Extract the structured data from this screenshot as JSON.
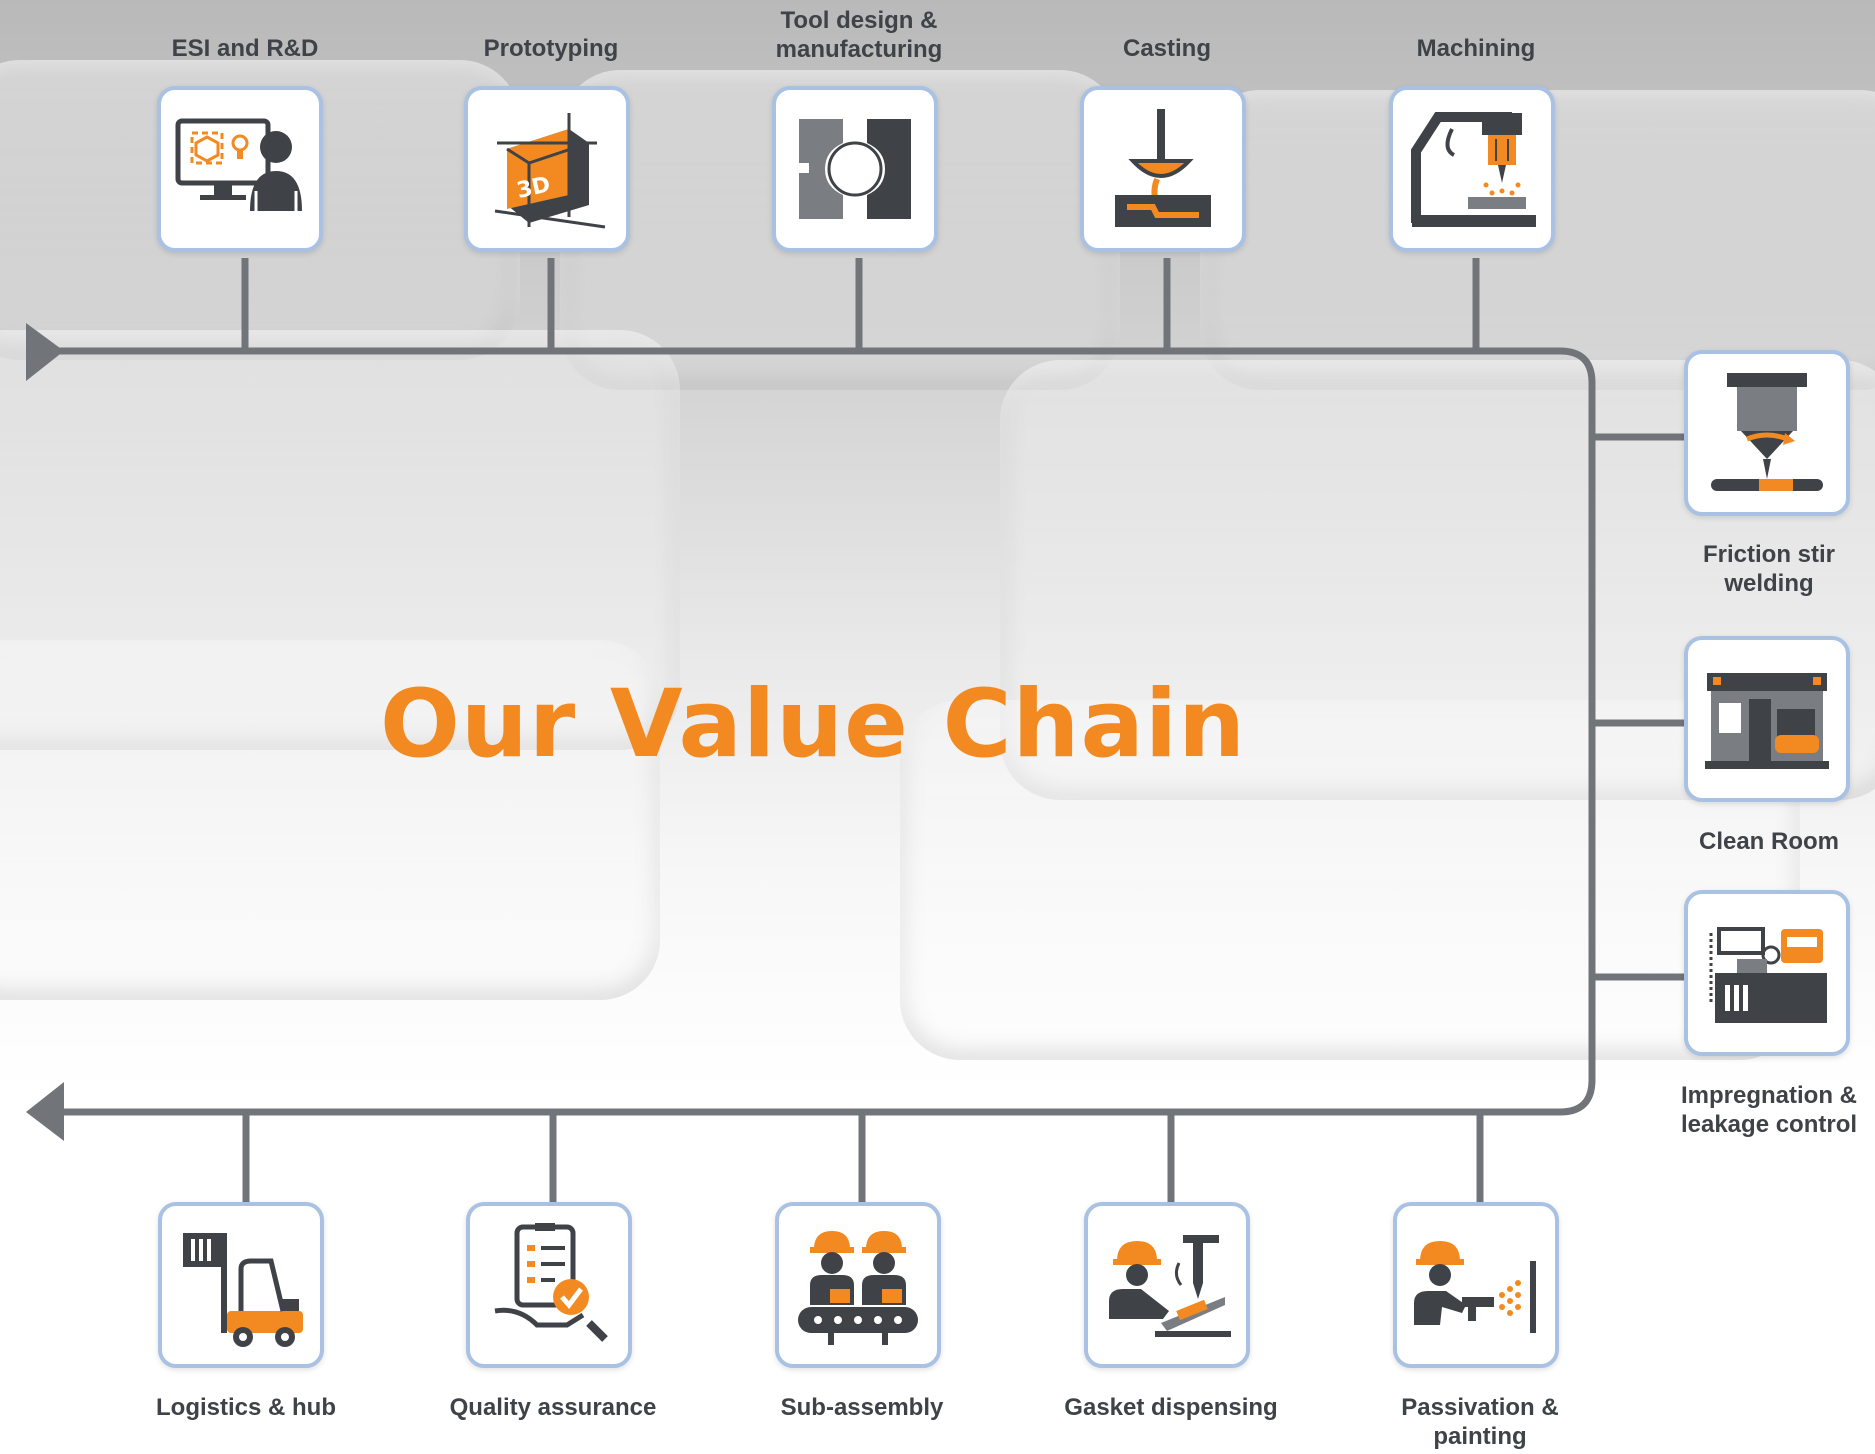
{
  "title": "Our Value Chain",
  "colors": {
    "accent": "#f28a21",
    "dark": "#3f4247",
    "line": "#717579",
    "box_border": "#a9c1e3"
  },
  "steps_top": [
    {
      "label": "ESI and R&D",
      "icon": "engineer-computer-icon"
    },
    {
      "label": "Prototyping",
      "icon": "3d-cube-icon"
    },
    {
      "label": "Tool design & manufacturing",
      "icon": "mold-tool-icon"
    },
    {
      "label": "Casting",
      "icon": "casting-ladle-icon"
    },
    {
      "label": "Machining",
      "icon": "cnc-machine-icon"
    }
  ],
  "steps_right": [
    {
      "label": "Friction stir welding",
      "icon": "friction-welding-icon"
    },
    {
      "label": "Clean Room",
      "icon": "clean-room-icon"
    },
    {
      "label": "Impregnation & leakage control",
      "icon": "impregnation-machine-icon"
    }
  ],
  "steps_bottom": [
    {
      "label": "Logistics & hub",
      "icon": "forklift-icon"
    },
    {
      "label": "Quality assurance",
      "icon": "checklist-hand-icon"
    },
    {
      "label": "Sub-assembly",
      "icon": "assembly-workers-icon"
    },
    {
      "label": "Gasket dispensing",
      "icon": "gasket-worker-icon"
    },
    {
      "label": "Passivation & painting",
      "icon": "spray-painting-icon"
    }
  ]
}
